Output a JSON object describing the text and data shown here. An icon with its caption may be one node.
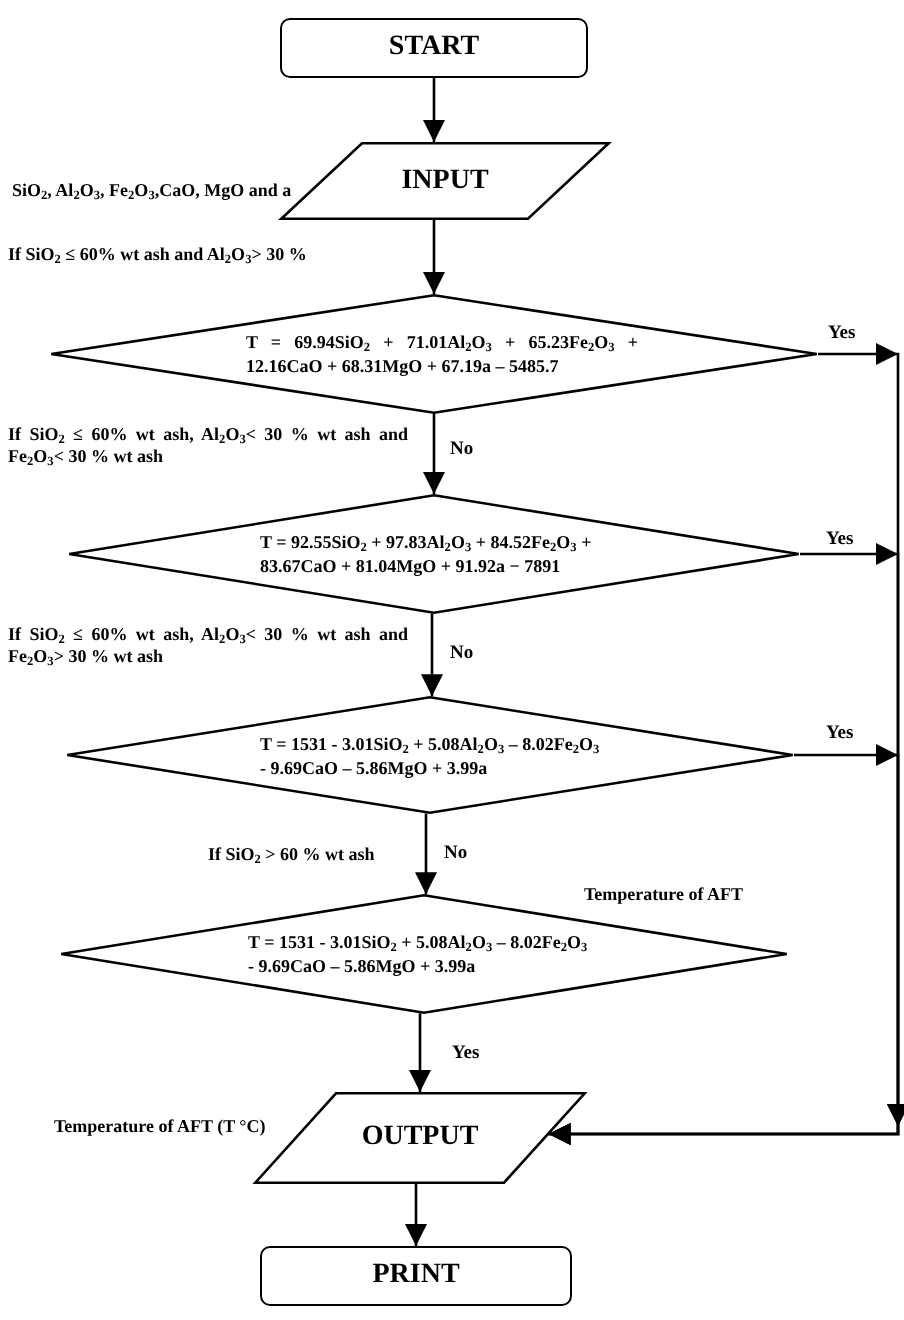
{
  "diagram": {
    "nodes": [
      {
        "text": [
          "START"
        ]
      },
      {
        "text": [
          "INPUT"
        ],
        "beside": [
          "SiO$_{2}$, Al$_{2}$O$_{3}$, Fe$_{2}$O$_{3}$,CaO, MgO and a"
        ]
      },
      {
        "text": [
          "T = 69.94SiO$_{2}$ + 71.01Al$_{2}$O$_{3}$ + 65.23Fe$_{2}$O$_{3}$ + 12.16CaO + 68.31MgO + 67.19a – 5485.7"
        ]
      },
      {
        "text": [
          "T = 92.55SiO$_{2}$ + 97.83Al$_{2}$O$_{3}$ + 84.52Fe$_{2}$O$_{3}$ + 83.67CaO + 81.04MgO + 91.92a − 7891"
        ]
      },
      {
        "text": [
          "T = 1531 - 3.01SiO$_{2}$ + 5.08Al$_{2}$O$_{3}$ – 8.02Fe$_{2}$O$_{3}$ - 9.69CaO – 5.86MgO + 3.99a"
        ]
      },
      {
        "text": [
          "T = 1531 - 3.01SiO$_{2}$ + 5.08Al$_{2}$O$_{3}$ – 8.02Fe$_{2}$O$_{3}$ - 9.69CaO – 5.86MgO + 3.99a"
        ],
        "beside": [
          "Temperature of AFT"
        ]
      },
      {
        "text": [
          "OUTPUT"
        ],
        "beside": [
          "Temperature of AFT (T °C)"
        ]
      },
      {
        "text": [
          "PRINT"
        ]
      }
    ],
    "edges": [
      {
        "from": 0,
        "to": 1,
        "arrow": "to"
      },
      {
        "from": 1,
        "to": 2,
        "arrow": "to"
      },
      {
        "from": 2,
        "to": 3,
        "arrow": "to",
        "label": "No"
      },
      {
        "from": 3,
        "to": 4,
        "arrow": "to",
        "label": "No"
      },
      {
        "from": 4,
        "to": 5,
        "arrow": "to",
        "label": "No"
      },
      {
        "from": 2,
        "to": 6,
        "arrow": "to",
        "label": "Yes"
      },
      {
        "from": 3,
        "to": 6,
        "arrow": "to",
        "label": "Yes"
      },
      {
        "from": 4,
        "to": 6,
        "arrow": "to",
        "label": "Yes"
      },
      {
        "from": 5,
        "to": 6,
        "arrow": "to",
        "label": "Yes"
      },
      {
        "from": 6,
        "to": 7,
        "arrow": "to"
      }
    ],
    "labels": [
      "If SiO$_{2}$ ≤ 60% wt ash and Al$_{2}$O$_{3}$> 30 %",
      "If SiO$_{2}$ ≤ 60% wt ash, Al$_{2}$O$_{3}$< 30 % wt ash and Fe$_{2}$O$_{3}$< 30 % wt ash",
      "If SiO$_{2}$ ≤ 60% wt ash, Al$_{2}$O$_{3}$< 30 % wt ash and Fe$_{2}$O$_{3}$> 30 % wt ash",
      "If SiO$_{2}$ > 60 % wt ash"
    ]
  }
}
